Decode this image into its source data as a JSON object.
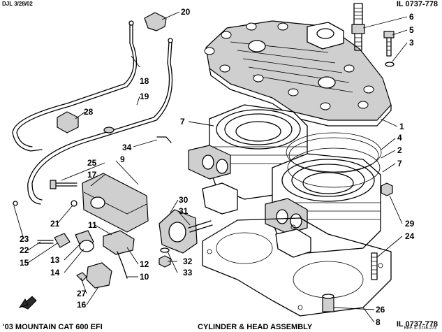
{
  "header": {
    "doc_date": "DJL 3/28/02",
    "ref_top": "IL 0737-778"
  },
  "footer": {
    "model": "'03 MOUNTAIN CAT 600 EFI",
    "assembly": "CYLINDER & HEAD ASSEMBLY",
    "ref_bottom": "IL 0737-778",
    "ref_bottom_sub": "REF. IL 0736-273"
  },
  "callouts": [
    "20",
    "6",
    "5",
    "3",
    "18",
    "19",
    "28",
    "7",
    "1",
    "34",
    "4",
    "2",
    "25",
    "17",
    "9",
    "7",
    "29",
    "30",
    "31",
    "24",
    "21",
    "11",
    "23",
    "22",
    "15",
    "13",
    "14",
    "32",
    "33",
    "12",
    "10",
    "27",
    "16",
    "26",
    "8"
  ]
}
